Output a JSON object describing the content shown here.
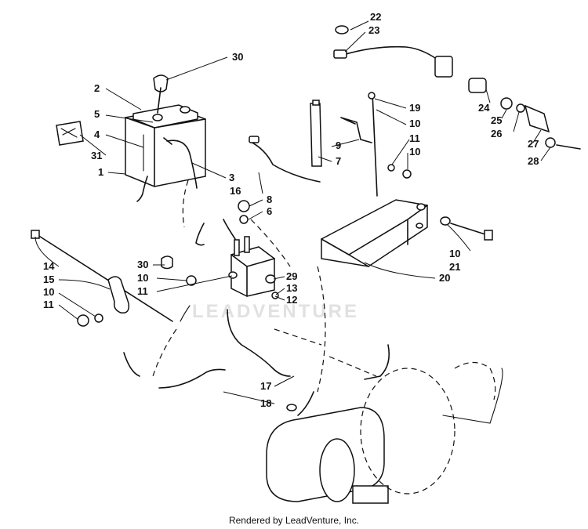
{
  "watermark": "LEADVENTURE",
  "footer": "Rendered by LeadVenture, Inc.",
  "callouts": [
    "1",
    "2",
    "3",
    "4",
    "5",
    "6",
    "7",
    "8",
    "9",
    "10",
    "10",
    "10",
    "10",
    "10",
    "11",
    "11",
    "11",
    "12",
    "13",
    "14",
    "15",
    "16",
    "17",
    "18",
    "19",
    "20",
    "21",
    "22",
    "23",
    "24",
    "25",
    "26",
    "27",
    "28",
    "29",
    "30",
    "30",
    "31"
  ]
}
